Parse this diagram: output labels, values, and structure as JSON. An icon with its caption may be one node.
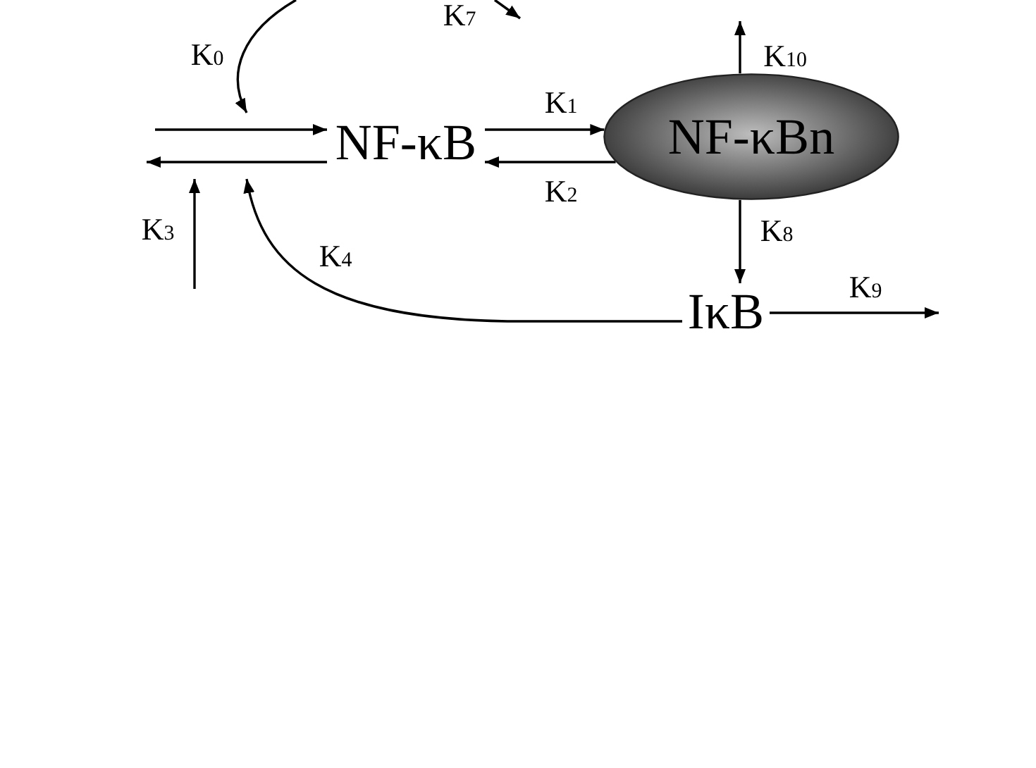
{
  "diagram": {
    "nodes": [
      {
        "text": [
          "NF-κB"
        ]
      },
      {
        "text": [
          "NF-κBn"
        ]
      },
      {
        "text": [
          "IκB"
        ]
      }
    ],
    "edges": [
      {
        "from": null,
        "to": 0,
        "arrow": "to"
      },
      {
        "from": 0,
        "to": null,
        "arrow": "to"
      },
      {
        "from": 0,
        "to": 1,
        "arrow": "to",
        "label": "K$_{1}$"
      },
      {
        "from": 1,
        "to": 0,
        "arrow": "to",
        "label": "K$_{2}$"
      },
      {
        "from": 1,
        "to": null,
        "arrow": "to",
        "label": "K$_{10}$"
      },
      {
        "from": 1,
        "to": 2,
        "arrow": "to",
        "label": "K$_{8}$"
      },
      {
        "from": 2,
        "to": null,
        "arrow": "to",
        "label": "K$_{9}$"
      },
      {
        "from": 2,
        "to": null,
        "arrow": "to",
        "label": "K$_{4}$"
      }
    ],
    "labels": [
      "K$_{7}$",
      "K$_{0}$",
      "K$_{3}$"
    ]
  }
}
